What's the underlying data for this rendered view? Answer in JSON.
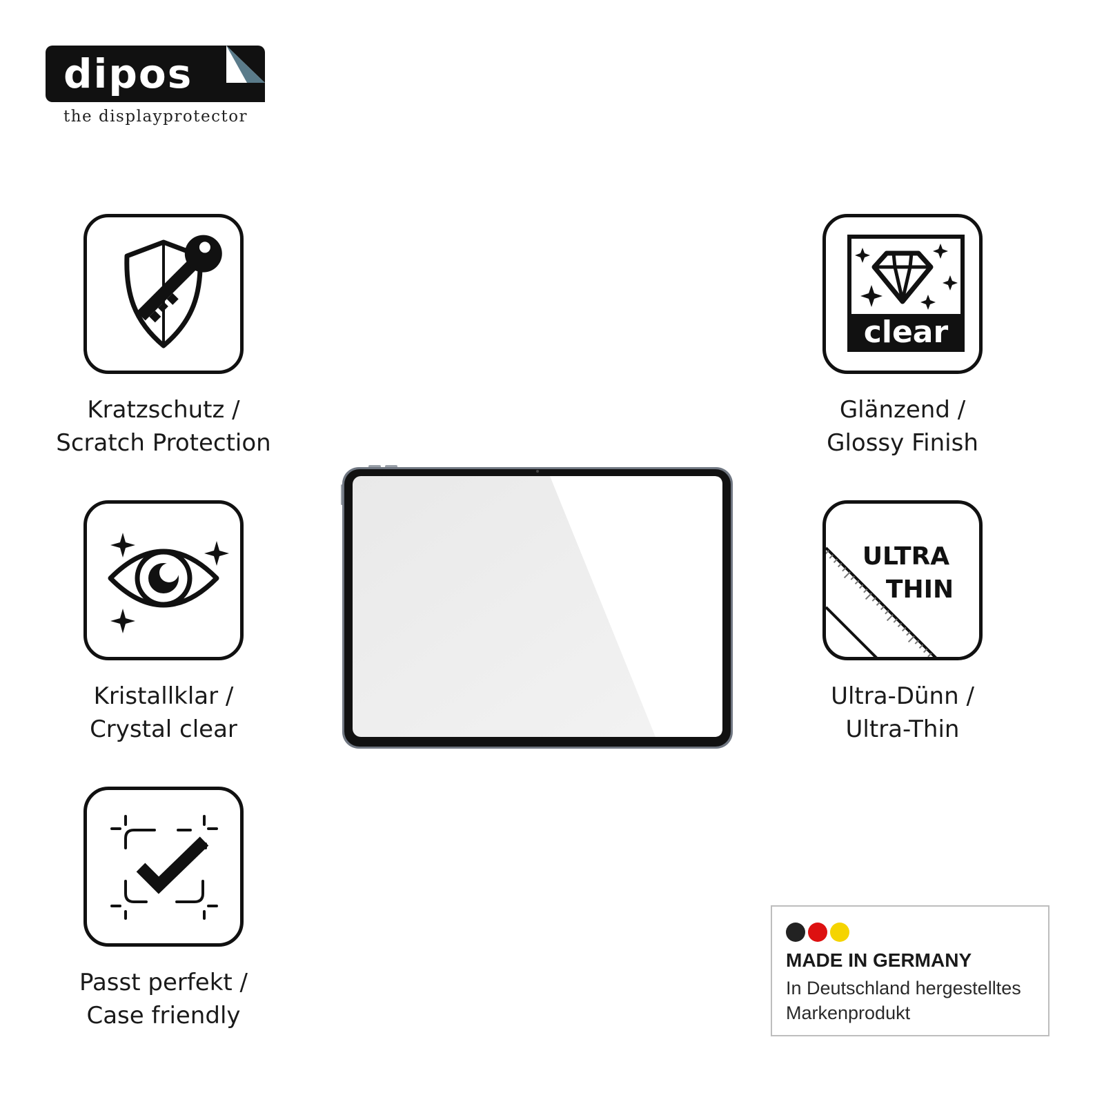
{
  "brand": {
    "name": "dipos",
    "tagline": "the displayprotector"
  },
  "features": {
    "scratch": {
      "icon": "shield-key-icon",
      "line1": "Kratzschutz /",
      "line2": "Scratch Protection"
    },
    "crystal": {
      "icon": "eye-sparkle-icon",
      "line1": "Kristallklar /",
      "line2": "Crystal clear"
    },
    "case": {
      "icon": "checkmark-frame-icon",
      "line1": "Passt perfekt /",
      "line2": "Case friendly"
    },
    "glossy": {
      "icon": "diamond-clear-icon",
      "badge_text": "clear",
      "line1": "Glänzend /",
      "line2": "Glossy Finish"
    },
    "thin": {
      "icon": "ruler-ultra-thin-icon",
      "badge_line1": "ULTRA",
      "badge_line2": "THIN",
      "line1": "Ultra-Dünn /",
      "line2": "Ultra-Thin"
    }
  },
  "product": {
    "icon": "tablet-screen-protector-icon"
  },
  "origin": {
    "flag_colors": [
      "#222222",
      "#dd1111",
      "#f5d400"
    ],
    "title": "MADE IN GERMANY",
    "line1": "In Deutschland hergestelltes",
    "line2": "Markenprodukt"
  }
}
